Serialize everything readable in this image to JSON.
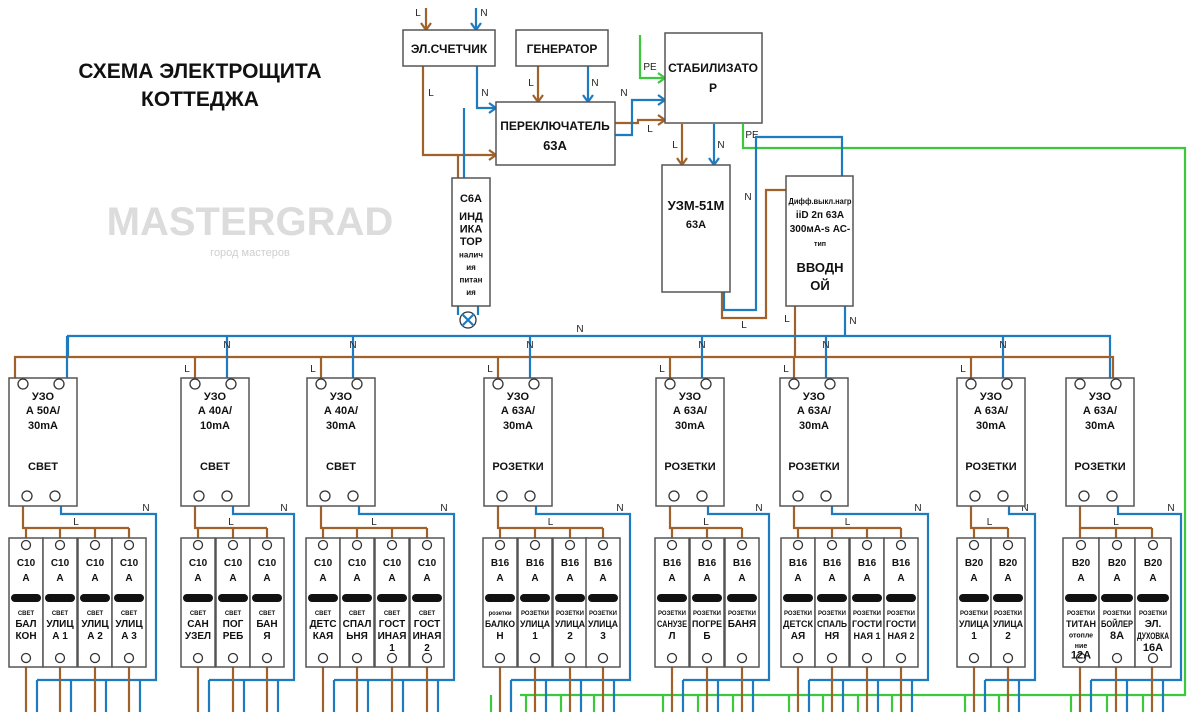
{
  "title": [
    "СХЕМА ЭЛЕКТРОЩИТА",
    "КОТТЕДЖА"
  ],
  "colors": {
    "phase": "#a0612a",
    "neutral": "#1f7bbf",
    "earth": "#3cc83c",
    "light_text": "#2aa85a",
    "socket_text": "#1f7bbf",
    "socket_text_dark": "#1a2a5a"
  },
  "wire_labels": {
    "L": "L",
    "N": "N",
    "PE": "PE"
  },
  "devices": {
    "meter": "ЭЛ.СЧЕТЧИК",
    "generator": "ГЕНЕРАТОР",
    "switch": [
      "ПЕРЕКЛЮЧАТЕЛЬ",
      "63А"
    ],
    "stabilizer": [
      "СТАБИЛИЗАТО",
      "Р"
    ],
    "indicator": {
      "rating": "С6А",
      "lines": [
        "ИНД",
        "ИКА",
        "ТОР",
        "налич",
        "ия",
        "питан",
        "ия"
      ]
    },
    "uzm": [
      "УЗМ-51М",
      "63А"
    ],
    "main_rcd": [
      "Дифф.выкл.нагр",
      "iiD 2п 63А",
      "300мА-s АС-",
      "тип",
      "ВВОДН",
      "ОЙ"
    ]
  },
  "watermark": [
    "MASTERGRAD",
    "город мастеров"
  ],
  "groups": [
    {
      "rcd": [
        "УЗО",
        "А 50А/",
        "30mA"
      ],
      "purpose": "СВЕТ",
      "tone": "light",
      "breakers": [
        {
          "rating": [
            "С10",
            "А"
          ],
          "type": "СВЕТ",
          "name": [
            "БАЛ",
            "КОН"
          ]
        },
        {
          "rating": [
            "С10",
            "А"
          ],
          "type": "СВЕТ",
          "name": [
            "УЛИЦ",
            "А 1"
          ]
        },
        {
          "rating": [
            "С10",
            "А"
          ],
          "type": "СВЕТ",
          "name": [
            "УЛИЦ",
            "А 2"
          ]
        },
        {
          "rating": [
            "С10",
            "А"
          ],
          "type": "СВЕТ",
          "name": [
            "УЛИЦ",
            "А 3"
          ]
        }
      ]
    },
    {
      "rcd": [
        "УЗО",
        "А 40А/",
        "10mA"
      ],
      "purpose": "СВЕТ",
      "tone": "light",
      "breakers": [
        {
          "rating": [
            "С10",
            "А"
          ],
          "type": "СВЕТ",
          "name": [
            "САН",
            "УЗЕЛ"
          ]
        },
        {
          "rating": [
            "С10",
            "А"
          ],
          "type": "СВЕТ",
          "name": [
            "ПОГ",
            "РЕБ"
          ]
        },
        {
          "rating": [
            "С10",
            "А"
          ],
          "type": "СВЕТ",
          "name": [
            "БАН",
            "Я"
          ]
        }
      ]
    },
    {
      "rcd": [
        "УЗО",
        "А 40А/",
        "30mA"
      ],
      "purpose": "СВЕТ",
      "tone": "light",
      "breakers": [
        {
          "rating": [
            "С10",
            "А"
          ],
          "type": "СВЕТ",
          "name": [
            "ДЕТС",
            "КАЯ"
          ]
        },
        {
          "rating": [
            "С10",
            "А"
          ],
          "type": "СВЕТ",
          "name": [
            "СПАЛ",
            "ЬНЯ"
          ]
        },
        {
          "rating": [
            "С10",
            "А"
          ],
          "type": "СВЕТ",
          "name": [
            "ГОСТ",
            "ИНАЯ",
            "1"
          ]
        },
        {
          "rating": [
            "С10",
            "А"
          ],
          "type": "СВЕТ",
          "name": [
            "ГОСТ",
            "ИНАЯ",
            "2"
          ]
        }
      ]
    },
    {
      "rcd": [
        "УЗО",
        "А 63А/",
        "30mA"
      ],
      "purpose": "РОЗЕТКИ",
      "tone": "socket",
      "breakers": [
        {
          "rating": [
            "В16",
            "А"
          ],
          "type": "розетки",
          "name": [
            "БАЛКО",
            "Н"
          ]
        },
        {
          "rating": [
            "В16",
            "А"
          ],
          "type": "РОЗЕТКИ",
          "name": [
            "УЛИЦА",
            "1"
          ]
        },
        {
          "rating": [
            "В16",
            "А"
          ],
          "type": "РОЗЕТКИ",
          "name": [
            "УЛИЦА",
            "2"
          ]
        },
        {
          "rating": [
            "В16",
            "А"
          ],
          "type": "РОЗЕТКИ",
          "name": [
            "УЛИЦА",
            "3"
          ]
        }
      ]
    },
    {
      "rcd": [
        "УЗО",
        "А 63А/",
        "30mA"
      ],
      "purpose": "РОЗЕТКИ",
      "tone": "socket",
      "breakers": [
        {
          "rating": [
            "В16",
            "А"
          ],
          "type": "РОЗЕТКИ",
          "name": [
            "САНУЗЕ",
            "Л"
          ]
        },
        {
          "rating": [
            "В16",
            "А"
          ],
          "type": "РОЗЕТКИ",
          "name": [
            "ПОГРЕ",
            "Б"
          ]
        },
        {
          "rating": [
            "В16",
            "А"
          ],
          "type": "РОЗЕТКИ",
          "name": [
            "БАНЯ"
          ]
        }
      ]
    },
    {
      "rcd": [
        "УЗО",
        "А 63А/",
        "30mA"
      ],
      "purpose": "РОЗЕТКИ",
      "tone": "socket",
      "breakers": [
        {
          "rating": [
            "В16",
            "А"
          ],
          "type": "РОЗЕТКИ",
          "name": [
            "ДЕТСК",
            "АЯ"
          ]
        },
        {
          "rating": [
            "В16",
            "А"
          ],
          "type": "РОЗЕТКИ",
          "name": [
            "СПАЛЬ",
            "НЯ"
          ]
        },
        {
          "rating": [
            "В16",
            "А"
          ],
          "type": "РОЗЕТКИ",
          "name": [
            "ГОСТИ",
            "НАЯ 1"
          ]
        },
        {
          "rating": [
            "В16",
            "А"
          ],
          "type": "РОЗЕТКИ",
          "name": [
            "ГОСТИ",
            "НАЯ 2"
          ]
        }
      ]
    },
    {
      "rcd": [
        "УЗО",
        "А 63А/",
        "30mA"
      ],
      "purpose": "РОЗЕТКИ",
      "tone": "dark",
      "breakers": [
        {
          "rating": [
            "В20",
            "А"
          ],
          "type": "РОЗЕТКИ",
          "name": [
            "УЛИЦА",
            "1"
          ]
        },
        {
          "rating": [
            "В20",
            "А"
          ],
          "type": "РОЗЕТКИ",
          "name": [
            "УЛИЦА",
            "2"
          ]
        }
      ]
    },
    {
      "rcd": [
        "УЗО",
        "А 63А/",
        "30mA"
      ],
      "purpose": "РОЗЕТКИ",
      "tone": "dark",
      "breakers": [
        {
          "rating": [
            "В20",
            "А"
          ],
          "type": "РОЗЕТКИ",
          "name": [
            "ТИТАН",
            "отопле",
            "ние",
            "12А"
          ]
        },
        {
          "rating": [
            "В20",
            "А"
          ],
          "type": "РОЗЕТКИ",
          "name": [
            "БОЙЛЕР",
            "8А"
          ]
        },
        {
          "rating": [
            "В20",
            "А"
          ],
          "type": "РОЗЕТКИ",
          "name": [
            "ЭЛ.",
            "ДУХОВКА",
            "16А"
          ]
        }
      ]
    }
  ]
}
